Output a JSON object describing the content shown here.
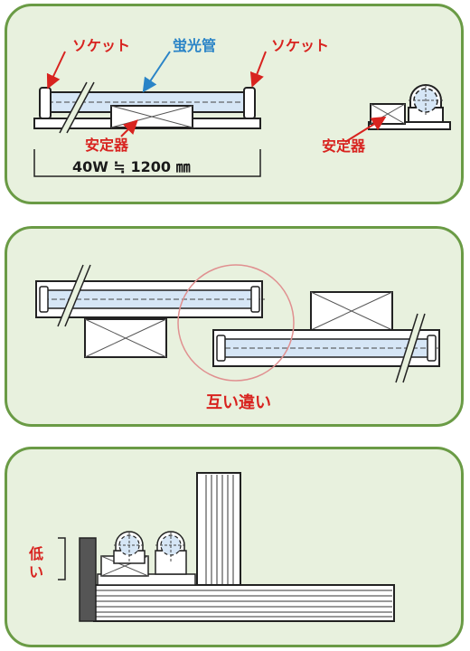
{
  "panel1": {
    "socket_left": "ソケット",
    "tube": "蛍光管",
    "socket_right": "ソケット",
    "ballast_left": "安定器",
    "dimension": "40W ≒ 1200 ㎜",
    "ballast_right": "安定器"
  },
  "panel2": {
    "staggered": "互い違い"
  },
  "panel3": {
    "low_1": "低",
    "low_2": "い"
  },
  "colors": {
    "panel_fill": "#e8f1de",
    "panel_border": "#6a9b45",
    "label_red": "#d8231f",
    "label_blue": "#2a84c7",
    "tube_fill": "#d6e6f6",
    "circle_highlight": "#e09090"
  }
}
